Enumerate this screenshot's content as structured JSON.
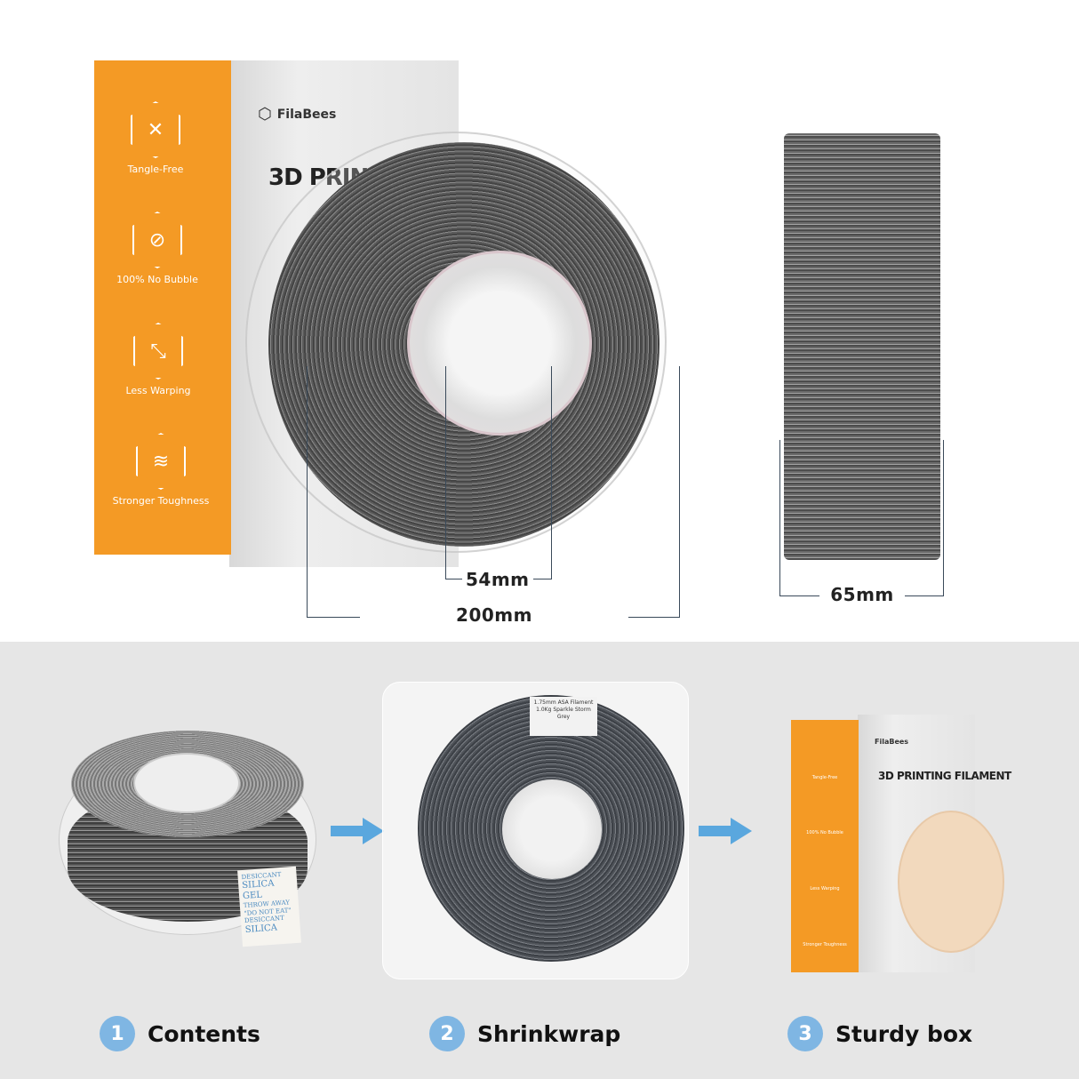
{
  "brand": "FilaBees",
  "box": {
    "title": "3D PRINTING FILAMENT",
    "title_visible": "3D PRINTIN",
    "features": [
      {
        "label": "Tangle-Free",
        "icon": "tangle-free-icon"
      },
      {
        "label": "100% No Bubble",
        "icon": "no-bubble-icon"
      },
      {
        "label": "Less Warping",
        "icon": "less-warping-icon"
      },
      {
        "label": "Stronger Toughness",
        "icon": "toughness-icon"
      }
    ]
  },
  "dimensions": {
    "inner": "54mm",
    "outer": "200mm",
    "width": "65mm"
  },
  "spool_label": "1.75mm ASA Filament 1.0Kg Sparkle Storm Grey",
  "silica": [
    "DESICCANT",
    "SILICA",
    "GEL",
    "THROW AWAY",
    "\"DO NOT EAT\"",
    "DESICCANT",
    "SILICA"
  ],
  "steps": [
    {
      "num": "1",
      "label": "Contents"
    },
    {
      "num": "2",
      "label": "Shrinkwrap"
    },
    {
      "num": "3",
      "label": "Sturdy box"
    }
  ],
  "colors": {
    "box_orange": "#f49a25",
    "step_blue": "#7fb6e3",
    "arrow_blue": "#5aa7de"
  }
}
